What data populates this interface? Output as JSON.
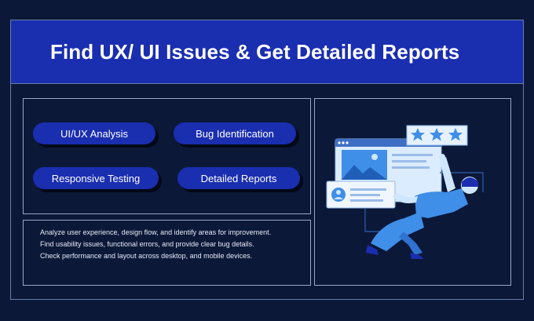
{
  "header": {
    "title": "Find UX/ UI Issues & Get Detailed Reports"
  },
  "features": [
    {
      "label": "UI/UX Analysis"
    },
    {
      "label": "Bug Identification"
    },
    {
      "label": "Responsive Testing"
    },
    {
      "label": "Detailed Reports"
    }
  ],
  "description": [
    "Analyze user experience, design flow, and identify areas for improvement.",
    "Find usability issues, functional errors, and provide clear bug details.",
    "Check performance and layout across desktop, and mobile devices."
  ],
  "rating": {
    "stars_filled": 3,
    "stars_total": 3
  },
  "colors": {
    "background": "#0b1838",
    "header": "#1a2eb0",
    "pill": "#1a2eb0",
    "accent_light": "#cfe6ff",
    "accent_blue": "#3f8ee8"
  }
}
